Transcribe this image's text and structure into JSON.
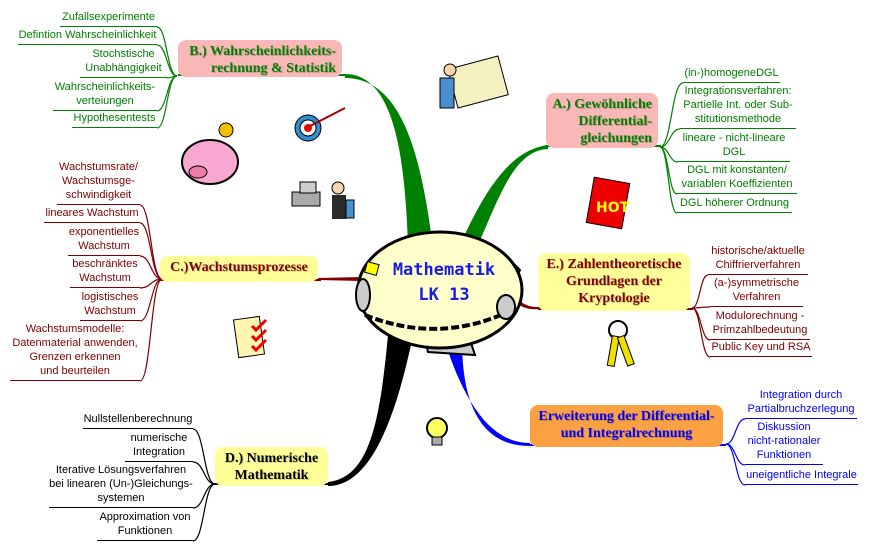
{
  "center": {
    "line1": "Mathematik",
    "line2": "LK 13"
  },
  "colors": {
    "green": "#008000",
    "darkred": "#800000",
    "blue": "#0000ff",
    "black": "#000000",
    "pink": "#f9b7b7",
    "yellow": "#ffff99",
    "orange": "#fca044"
  },
  "topics": [
    {
      "id": "b",
      "title": [
        "B.) Wahrscheinlichkeits-",
        "rechnung & Statistik"
      ],
      "children": [
        [
          "Zufallsexperimente"
        ],
        [
          "Defintion Wahrscheinlichkeit"
        ],
        [
          "Stochstische",
          "Unabhängigkeit"
        ],
        [
          "Wahrscheinlichkeits-",
          "verteiungen"
        ],
        [
          "Hypothesentests"
        ]
      ]
    },
    {
      "id": "a",
      "title": [
        "A.) Gewöhnliche",
        "Differential-",
        "gleichungen"
      ],
      "children": [
        [
          "(in-)homogeneDGL"
        ],
        [
          "Integrationsverfahren:",
          "Partielle Int. oder Sub-",
          "stitutionsmethode"
        ],
        [
          "lineare - nicht-lineare",
          "DGL"
        ],
        [
          "DGL mit konstanten/",
          "variablen Koeffizienten"
        ],
        [
          "DGL höherer Ordnung"
        ]
      ]
    },
    {
      "id": "c",
      "title": [
        "C.)Wachstumsprozesse"
      ],
      "children": [
        [
          "Wachstumsrate/",
          "Wachstumsge-",
          "schwindigkeit"
        ],
        [
          "lineares Wachstum"
        ],
        [
          "exponentielles",
          "Wachstum"
        ],
        [
          "beschränktes",
          "Wachstum"
        ],
        [
          "logistisches",
          "Wachstum"
        ],
        [
          "Wachstumsmodelle:",
          "Datenmaterial anwenden,",
          "Grenzen erkennen",
          "und beurteilen"
        ]
      ]
    },
    {
      "id": "e",
      "title": [
        "E.) Zahlentheoretische",
        "Grundlagen der",
        "Kryptologie"
      ],
      "children": [
        [
          "historische/aktuelle",
          "Chiffrierverfahren"
        ],
        [
          "(a-)symmetrische",
          "Verfahren"
        ],
        [
          "Modulorechnung -",
          "Primzahlbedeutung"
        ],
        [
          "Public Key und RSA"
        ]
      ]
    },
    {
      "id": "f",
      "title": [
        "Erweiterung der Differential-",
        "und Integralrechnung"
      ],
      "children": [
        [
          "Integration durch",
          "Partialbruchzerlegung"
        ],
        [
          "Diskussion",
          "nicht-rationaler",
          "Funktionen"
        ],
        [
          "uneigentliche Integrale"
        ]
      ]
    },
    {
      "id": "d",
      "title": [
        "D.) Numerische",
        "Mathematik"
      ],
      "children": [
        [
          "Nullstellenberechnung"
        ],
        [
          "numerische",
          "Integration"
        ],
        [
          "Iterative Lösungsverfahren",
          "bei linearen (Un-)Gleichungs-",
          "systemen"
        ],
        [
          "Approximation von",
          "Funktionen"
        ]
      ]
    }
  ]
}
